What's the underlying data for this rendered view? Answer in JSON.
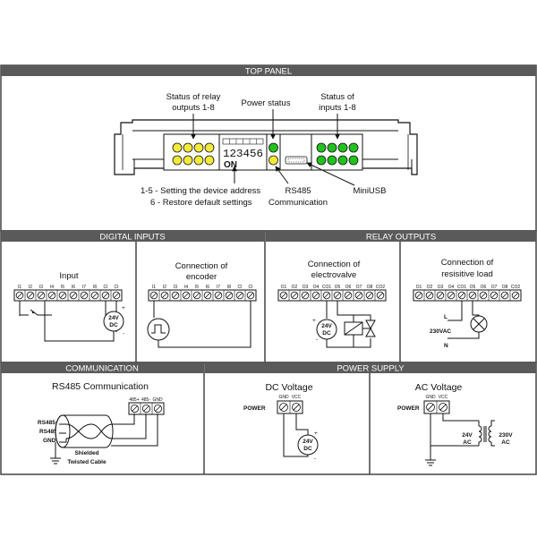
{
  "headers": {
    "top_panel": "TOP PANEL",
    "digital_inputs": "DIGITAL INPUTS",
    "relay_outputs": "RELAY OUTPUTS",
    "communication": "COMMUNICATION",
    "power_supply": "POWER SUPPLY"
  },
  "top_panel": {
    "relay_status": [
      "Status of relay",
      "outputs 1-8"
    ],
    "power_status": "Power status",
    "input_status": [
      "Status of",
      "inputs 1-8"
    ],
    "dip_numbers": "123456",
    "dip_on": "ON",
    "address_note": [
      "1-5 - Setting the device address",
      "6 - Restore default settings"
    ],
    "rs485": [
      "RS485",
      "Communication"
    ],
    "miniusb": "MiniUSB"
  },
  "digital_inputs": {
    "input_title": "Input",
    "encoder_title": [
      "Connection of",
      "encoder"
    ],
    "terminals": [
      "I1",
      "I2",
      "I3",
      "I4",
      "I5",
      "I6",
      "I7",
      "I8",
      "CI",
      "CI"
    ],
    "supply_label": [
      "24V",
      "DC"
    ],
    "plus": "+",
    "minus": "-"
  },
  "relay_outputs": {
    "valve_title": [
      "Connection of",
      "electrovalve"
    ],
    "load_title": [
      "Connection of",
      "resisitive load"
    ],
    "terminals": [
      "O1",
      "O2",
      "O3",
      "O4",
      "CO1",
      "O5",
      "O6",
      "O7",
      "O8",
      "CO2"
    ],
    "supply_label": [
      "24V",
      "DC"
    ],
    "ac_label": "230VAC",
    "line": "L",
    "neutral": "N",
    "plus": "+",
    "minus": "-"
  },
  "communication": {
    "title": "RS485 Communication",
    "terminals": [
      "485+",
      "485-",
      "GND"
    ],
    "wires": [
      "RS485+",
      "RS485-",
      "GND"
    ],
    "cable": [
      "Shielded",
      "Twisted Cable"
    ]
  },
  "power_supply": {
    "dc_title": "DC Voltage",
    "ac_title": "AC Voltage",
    "terminals": [
      "GND",
      "VCC"
    ],
    "power_label": "POWER",
    "dc_source": [
      "24V",
      "DC"
    ],
    "plus": "+",
    "minus": "-",
    "ac_secondary": [
      "24V",
      "AC"
    ],
    "ac_primary": [
      "230V",
      "AC"
    ]
  },
  "colors": {
    "header_bar": "#5a5a5a",
    "relay_led": "#f2ea3a",
    "input_led": "#22c21e",
    "frame": "#444444"
  }
}
